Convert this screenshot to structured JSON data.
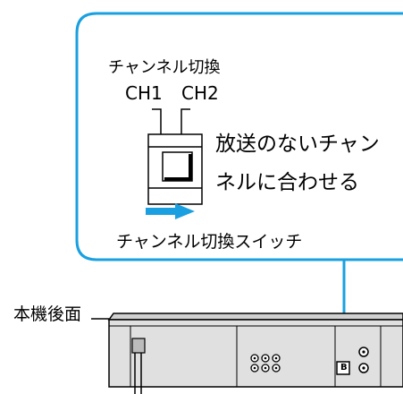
{
  "callout": {
    "switch_title": "チャンネル切換",
    "ch1_label": "CH1",
    "ch2_label": "CH2",
    "instruction_line1": "放送のないチャン",
    "instruction_line2": "ネルに合わせる",
    "caption": "チャンネル切換スイッチ"
  },
  "device": {
    "label": "本機後面",
    "switch_marker": "B"
  },
  "colors": {
    "callout_border": "#1aa0e0",
    "arrow": "#1aa0e0",
    "leader_line": "#1aa0e0"
  }
}
